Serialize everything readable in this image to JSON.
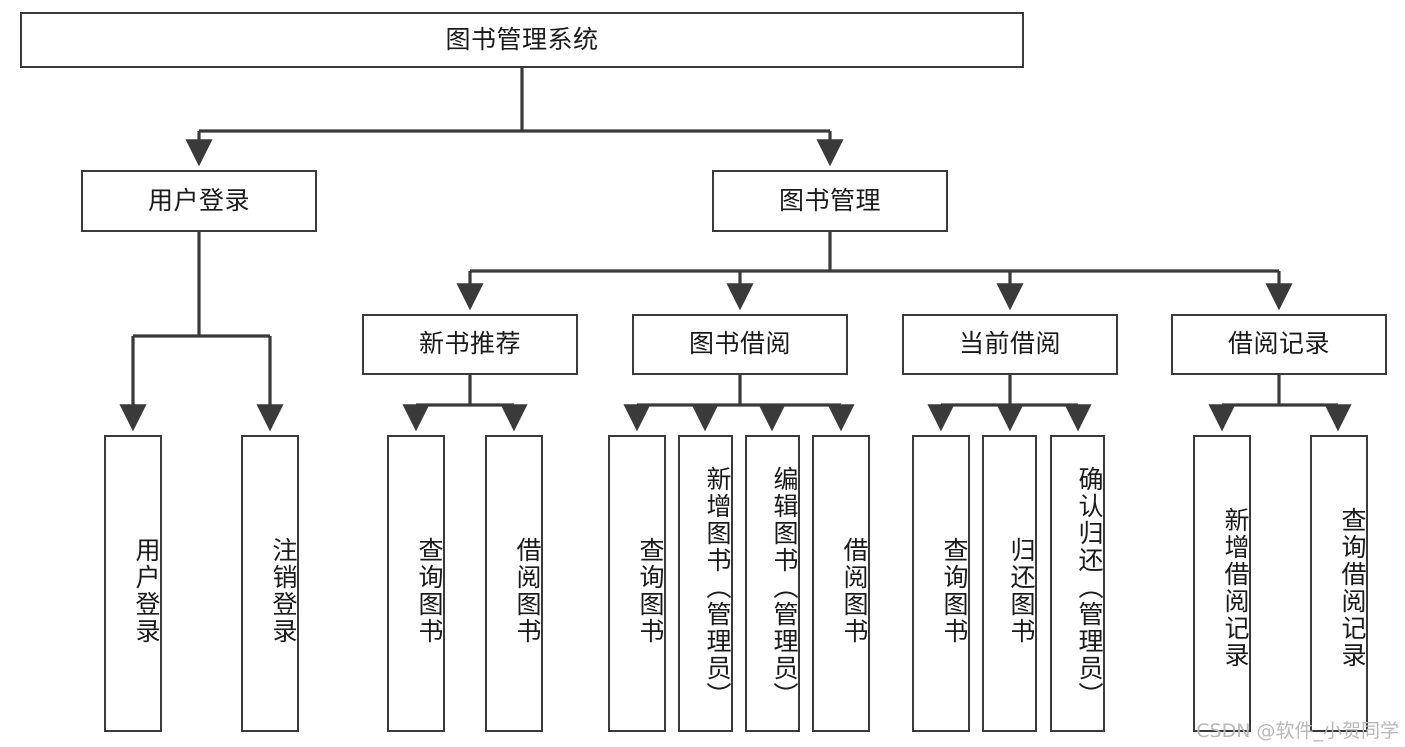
{
  "diagram": {
    "type": "tree-hierarchy",
    "title": "图书管理系统",
    "watermark": "CSDN @软件_小贺同学",
    "colors": {
      "stroke": "#3a3a3a",
      "fill": "#ffffff",
      "text": "#1a1a1a",
      "watermark": "#b9b9b9"
    },
    "levels": {
      "root": {
        "label": "图书管理系统"
      },
      "level2": [
        {
          "label": "用户登录"
        },
        {
          "label": "图书管理"
        }
      ],
      "level3": [
        {
          "label": "新书推荐"
        },
        {
          "label": "图书借阅"
        },
        {
          "label": "当前借阅"
        },
        {
          "label": "借阅记录"
        }
      ],
      "leaves": [
        {
          "label": "用户登录",
          "parent": "用户登录"
        },
        {
          "label": "注销登录",
          "parent": "用户登录"
        },
        {
          "label": "查询图书",
          "parent": "新书推荐"
        },
        {
          "label": "借阅图书",
          "parent": "新书推荐"
        },
        {
          "label": "查询图书",
          "parent": "图书借阅"
        },
        {
          "label": "新增图书（管理员）",
          "parent": "图书借阅"
        },
        {
          "label": "编辑图书（管理员）",
          "parent": "图书借阅"
        },
        {
          "label": "借阅图书",
          "parent": "图书借阅"
        },
        {
          "label": "查询图书",
          "parent": "当前借阅"
        },
        {
          "label": "归还图书",
          "parent": "当前借阅"
        },
        {
          "label": "确认归还（管理员）",
          "parent": "当前借阅"
        },
        {
          "label": "新增借阅记录",
          "parent": "借阅记录"
        },
        {
          "label": "查询借阅记录",
          "parent": "借阅记录"
        }
      ]
    }
  }
}
